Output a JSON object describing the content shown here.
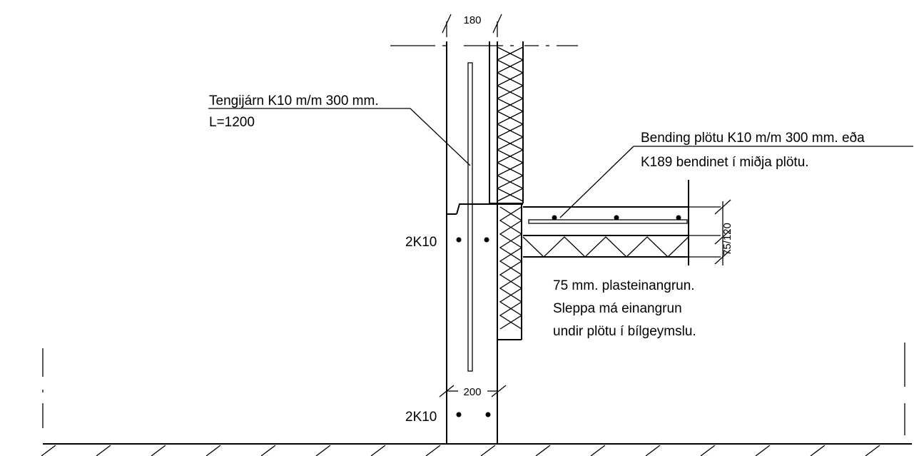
{
  "dimensions": {
    "wall_top_width": "180",
    "wall_bottom_width": "200",
    "slab_dims": "75/120"
  },
  "labels": {
    "rebar_label_line1": "Tengijárn K10 m/m 300 mm.",
    "rebar_label_line2": "L=1200",
    "slab_rebar_line1": "Bending plötu K10 m/m 300 mm. eða",
    "slab_rebar_line2": "K189 bendinet í miðja plötu.",
    "insulation_line1": "75 mm. plasteinangrun.",
    "insulation_line2": "Sleppa má einangrun",
    "insulation_line3": "undir plötu í bílgeymslu.",
    "upper_bars": "2K10",
    "lower_bars": "2K10"
  },
  "colors": {
    "line": "#000000",
    "background": "#ffffff"
  }
}
